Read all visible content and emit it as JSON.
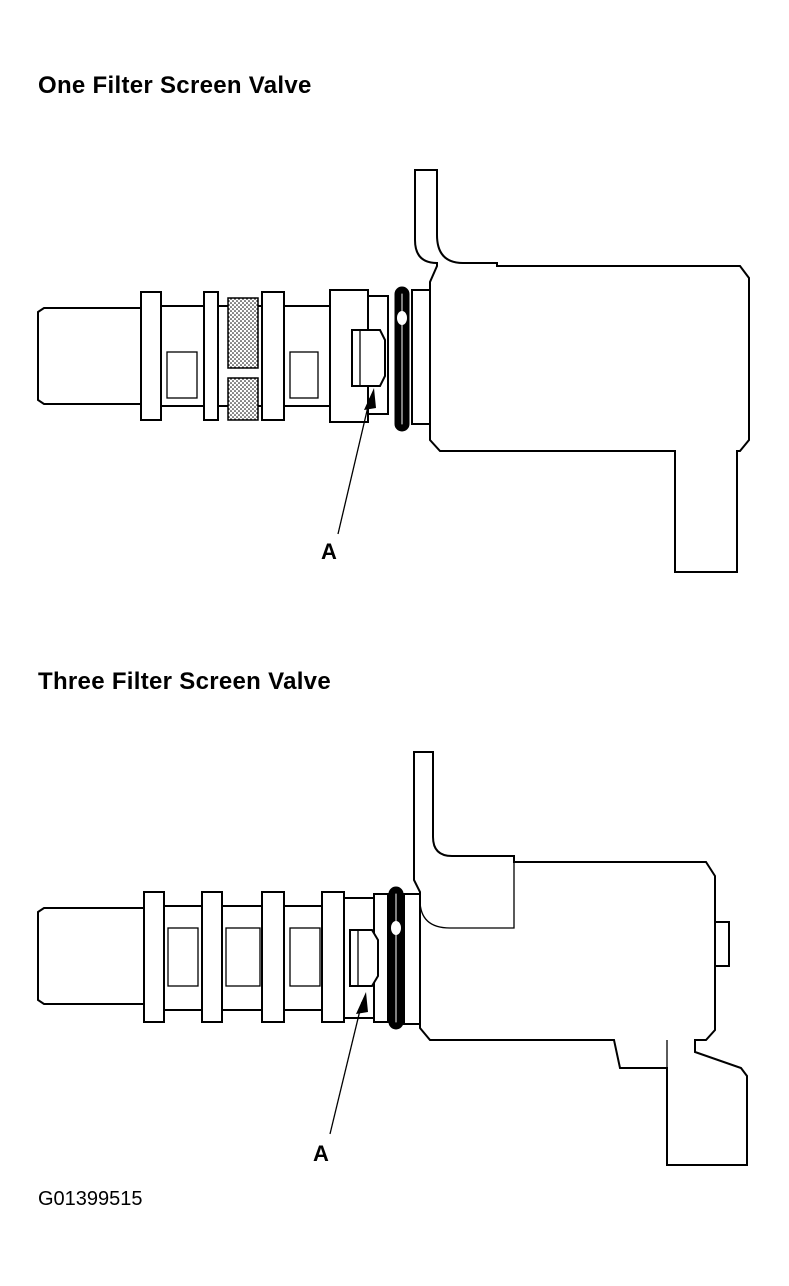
{
  "diagrams": {
    "top": {
      "title": "One Filter Screen Valve",
      "callout": "A"
    },
    "bottom": {
      "title": "Three Filter Screen Valve",
      "callout": "A"
    }
  },
  "figure_code": "G01399515",
  "colors": {
    "line": "#000000",
    "background": "#ffffff",
    "screen_fill": "#c8c8c8"
  }
}
